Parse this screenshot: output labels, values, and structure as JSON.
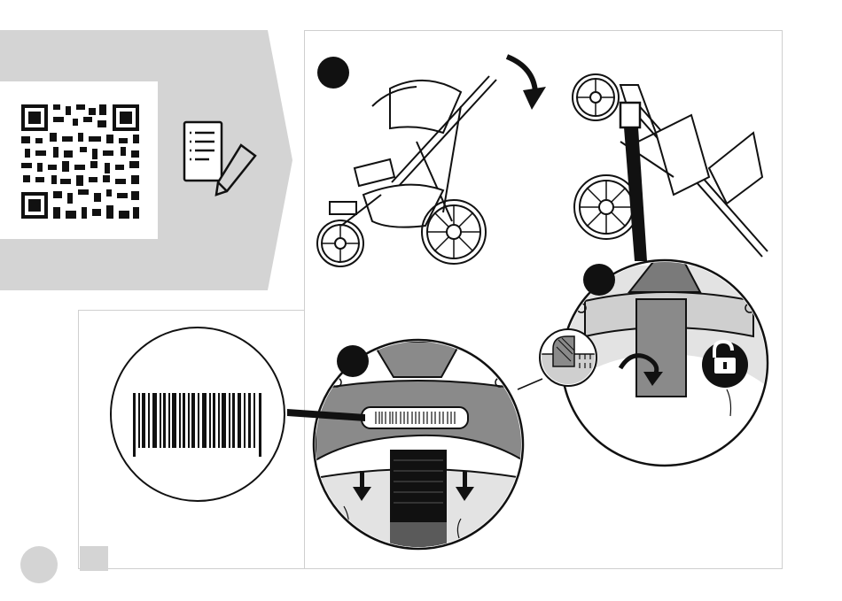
{
  "document": {
    "qr_code": "qr-code",
    "manual_icon": "notepad-pencil-icon",
    "steps": [
      {
        "marker": "step-1-marker"
      },
      {
        "marker": "step-2-marker"
      },
      {
        "marker": "step-3-marker"
      }
    ],
    "icons": {
      "fold_arrow": "curved-arrow-icon",
      "unlock": "unlock-padlock-icon",
      "rotate": "rotate-arrow-icon",
      "velcro": "velcro-strap-icon",
      "barcode": "barcode-icon",
      "down_arrows": "down-arrow-icon"
    },
    "colors": {
      "panel_gray": "#d4d4d4",
      "frame_line": "#cfcfcf",
      "ink": "#111111"
    }
  }
}
